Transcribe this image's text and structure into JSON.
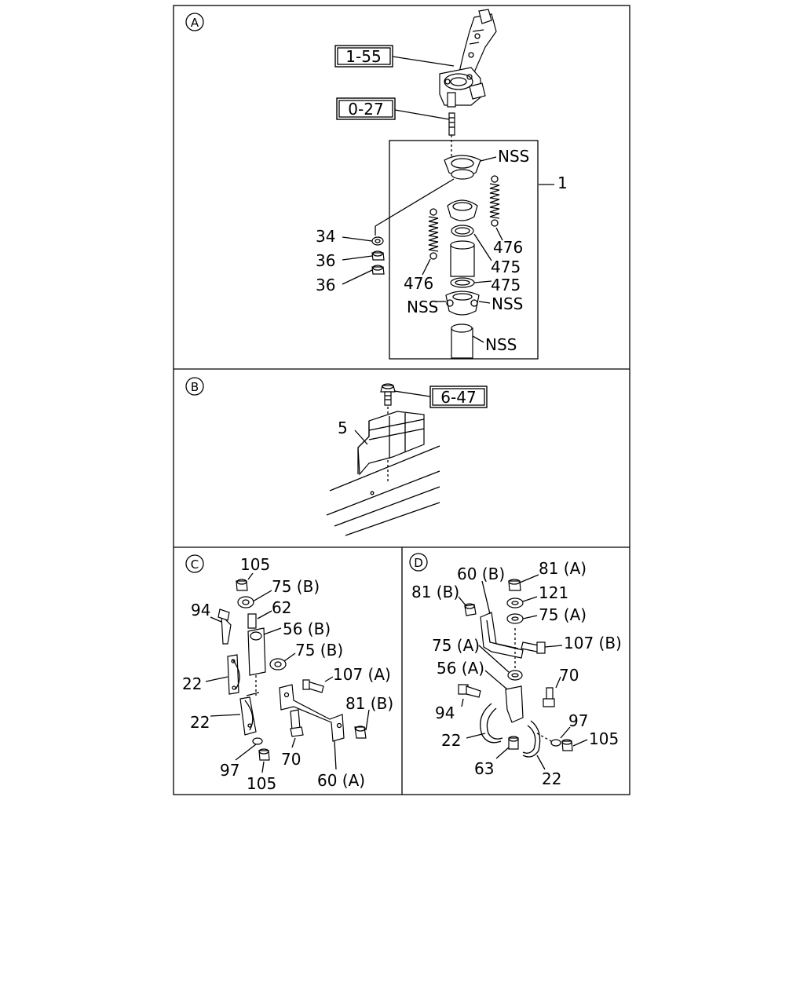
{
  "panels": {
    "A": "A",
    "B": "B",
    "C": "C",
    "D": "D"
  },
  "ref_boxes": {
    "a_1_55": "1-55",
    "a_0_27": "0-27",
    "b_6_47": "6-47"
  },
  "labels_a": {
    "nss_top": "NSS",
    "n1": "1",
    "n34": "34",
    "n36a": "36",
    "n36b": "36",
    "n476a": "476",
    "n475a": "475",
    "n476b": "476",
    "n475b": "475",
    "nss_left": "NSS",
    "nss_right": "NSS",
    "nss_bottom": "NSS"
  },
  "labels_b": {
    "n5": "5"
  },
  "labels_c": {
    "n105a": "105",
    "n75b1": "75 (B)",
    "n94": "94",
    "n62": "62",
    "n56b": "56 (B)",
    "n75b2": "75 (B)",
    "n22a": "22",
    "n107a": "107 (A)",
    "n81b": "81 (B)",
    "n22b": "22",
    "n70": "70",
    "n97": "97",
    "n105b": "105",
    "n60a": "60 (A)"
  },
  "labels_d": {
    "n60b": "60 (B)",
    "n81a": "81 (A)",
    "n81b": "81 (B)",
    "n121": "121",
    "n75a1": "75 (A)",
    "n107b": "107 (B)",
    "n75a2": "75 (A)",
    "n56a": "56 (A)",
    "n70": "70",
    "n94": "94",
    "n97": "97",
    "n22a": "22",
    "n105": "105",
    "n63": "63",
    "n22b": "22"
  }
}
